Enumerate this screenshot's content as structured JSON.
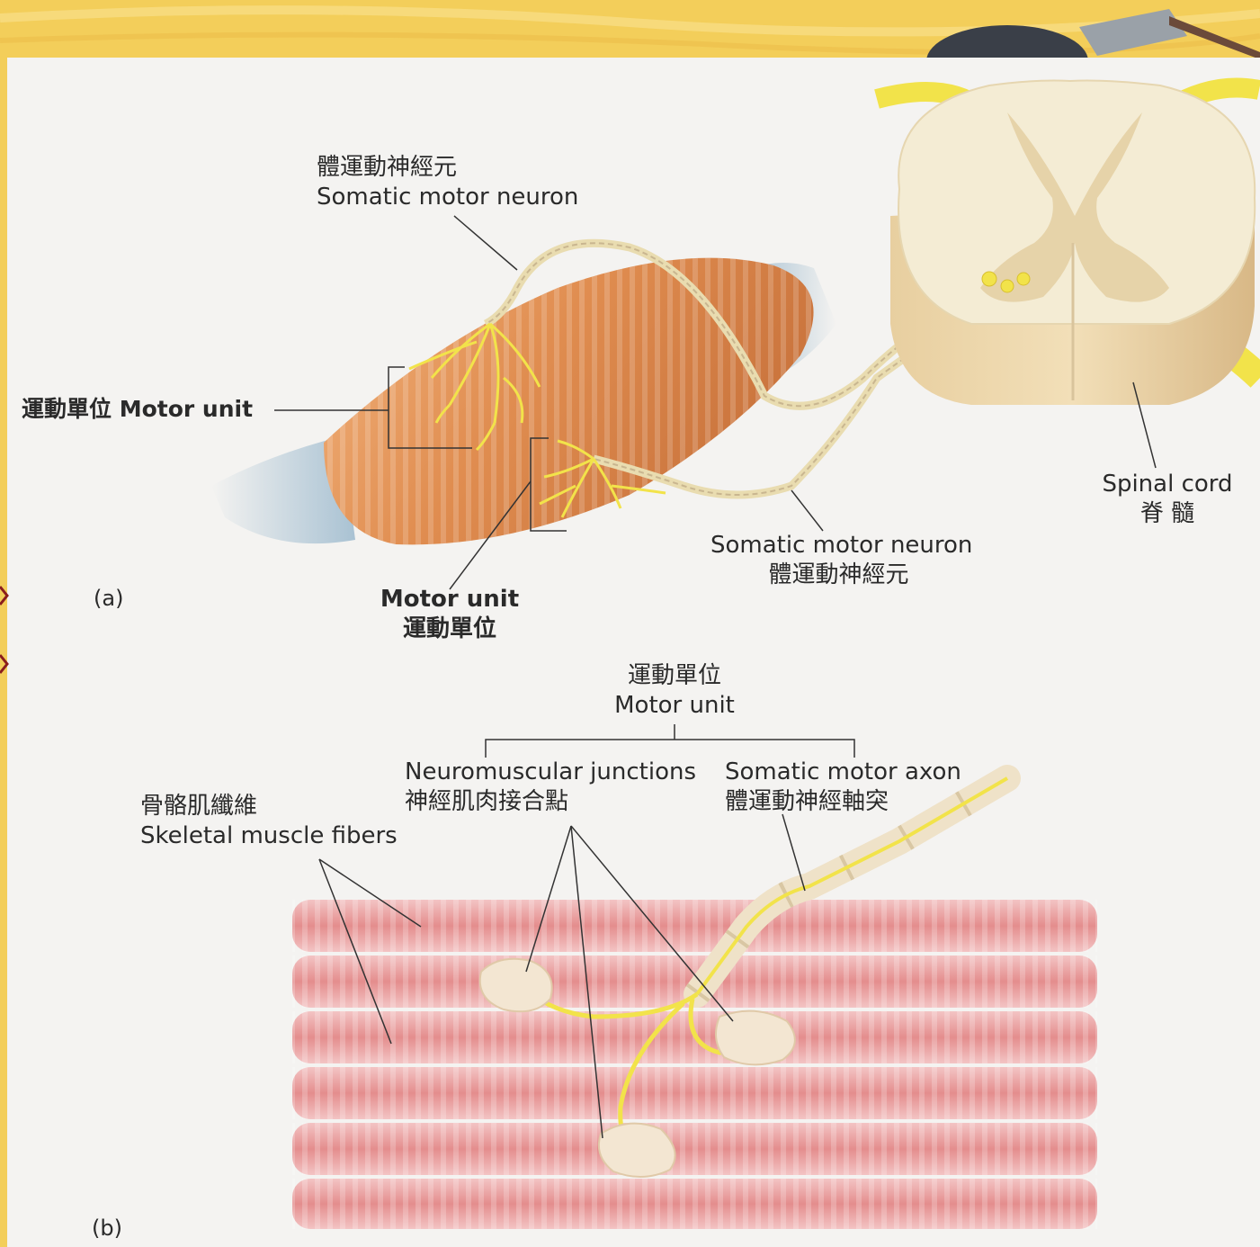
{
  "panel_a": {
    "panel_label": "(a)",
    "top_neuron_label": {
      "zh": "體運動神經元",
      "en": "Somatic motor neuron"
    },
    "motor_unit_left_label": "運動單位 Motor unit",
    "motor_unit_bottom_label": {
      "en": "Motor unit",
      "zh": "運動單位"
    },
    "spinal_cord_label": {
      "en": "Spinal cord",
      "zh": "脊 髓"
    },
    "bottom_neuron_label": {
      "en": "Somatic motor neuron",
      "zh": "體運動神經元"
    }
  },
  "panel_b": {
    "panel_label": "(b)",
    "motor_unit_label": {
      "zh": "運動單位",
      "en": "Motor unit"
    },
    "nmj_label": {
      "en": "Neuromuscular junctions",
      "zh": "神經肌肉接合點"
    },
    "axon_label": {
      "en": "Somatic motor axon",
      "zh": "體運動神經軸突"
    },
    "fibers_label": {
      "zh": "骨骼肌纖維",
      "en": "Skeletal muscle fibers"
    }
  },
  "colors": {
    "slide_background": "#f3ce5a",
    "figure_background": "#f4f3f1",
    "muscle": "#e0955a",
    "nerve": "#f2e34a",
    "spinal_cord": "#f2e2c2",
    "muscle_fiber": "#e9a0a0"
  }
}
